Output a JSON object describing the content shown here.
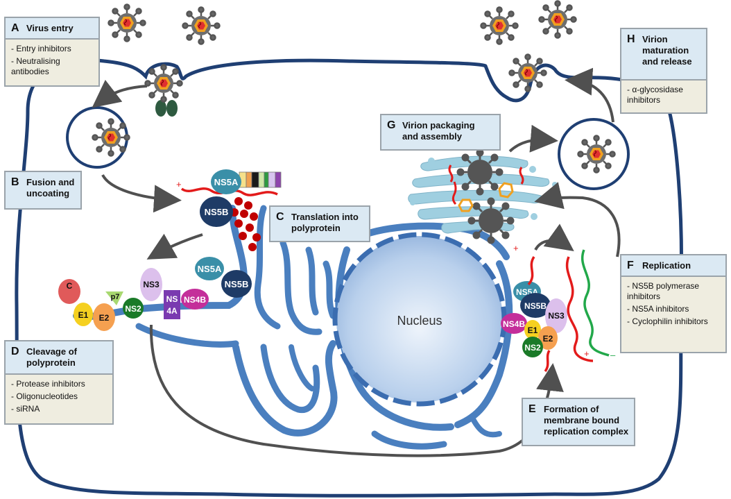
{
  "stages": [
    {
      "letter": "A",
      "title": "Virus entry",
      "drugs": [
        "- Entry inhibitors",
        "- Neutralising antibodies"
      ]
    },
    {
      "letter": "B",
      "title": "Fusion and uncoating",
      "drugs": []
    },
    {
      "letter": "C",
      "title": "Translation into polyprotein",
      "drugs": []
    },
    {
      "letter": "D",
      "title": "Cleavage of polyprotein",
      "drugs": [
        "- Protease inhibitors",
        "- Oligonucleotides",
        "- siRNA"
      ]
    },
    {
      "letter": "E",
      "title": "Formation of membrane bound replication complex",
      "drugs": []
    },
    {
      "letter": "F",
      "title": "Replication",
      "drugs": [
        "- NS5B polymerase inhibitors",
        "- NS5A inhibitors",
        "- Cyclophilin inhibitors"
      ]
    },
    {
      "letter": "G",
      "title": "Virion packaging and assembly",
      "drugs": []
    },
    {
      "letter": "H",
      "title": "Virion maturation and release",
      "drugs": [
        "- α-glycosidase inhibitors"
      ]
    }
  ],
  "nucleus_label": "Nucleus",
  "proteins": {
    "ns5a": "NS5A",
    "ns5b": "NS5B",
    "c": "C",
    "e1": "E1",
    "e2": "E2",
    "p7": "p7",
    "ns2": "NS2",
    "ns3": "NS3",
    "ns4a_1": "NS",
    "ns4a_2": "4A",
    "ns4b": "NS4B"
  },
  "strand_signs": {
    "plus": "+",
    "minus": "–"
  },
  "colors": {
    "cell_membrane": "#1f3f73",
    "er": "#4a7fbf",
    "nucleus": "#a9c6e8",
    "arrow": "#505050",
    "rna_plus": "#e31b1b",
    "rna_minus": "#22a84a",
    "ribosome": "#c00000",
    "box_fill": "#dbe9f3",
    "drug_fill": "#efede0",
    "virion_core": "#e03030",
    "virion_shell": "#f0a020",
    "virion_spike": "#555555"
  }
}
